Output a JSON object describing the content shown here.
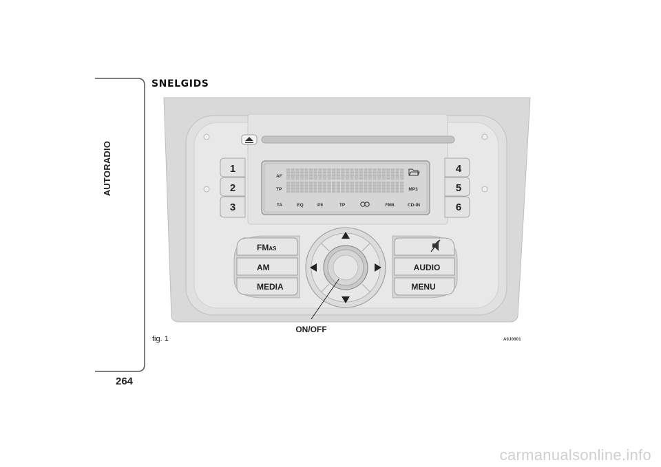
{
  "section_title": "SNELGIDS",
  "side_label": "AUTORADIO",
  "page_number": "264",
  "figure": {
    "caption": "fig. 1",
    "code": "A0J0001",
    "callout_label": "ON/OFF",
    "display": {
      "left_labels": [
        "AF",
        "TP"
      ],
      "right_label": "MP3",
      "bottom_labels": [
        "TA",
        "EQ",
        "P8",
        "TP",
        "FM8",
        "CD-IN"
      ],
      "folder_icon": "folder-icon",
      "loop_icon": "loop-icon"
    },
    "presets_left": [
      "1",
      "2",
      "3"
    ],
    "presets_right": [
      "4",
      "5",
      "6"
    ],
    "buttons_left": {
      "fm": "FM",
      "fm_suffix": "AS",
      "am": "AM",
      "media": "MEDIA"
    },
    "buttons_right": {
      "mute_icon": "mute-icon",
      "audio": "AUDIO",
      "menu": "MENU"
    },
    "eject_icon": "eject-icon",
    "nav_arrows": [
      "up-arrow-icon",
      "left-arrow-icon",
      "right-arrow-icon",
      "down-arrow-icon"
    ]
  },
  "watermark": "carmanualsonline.info",
  "colors": {
    "panel": "#d9d9d9",
    "panel_inner": "#e6e6e6",
    "button": "#e2e2e2",
    "lcd": "#d0d0d0",
    "rule": "#555555"
  }
}
